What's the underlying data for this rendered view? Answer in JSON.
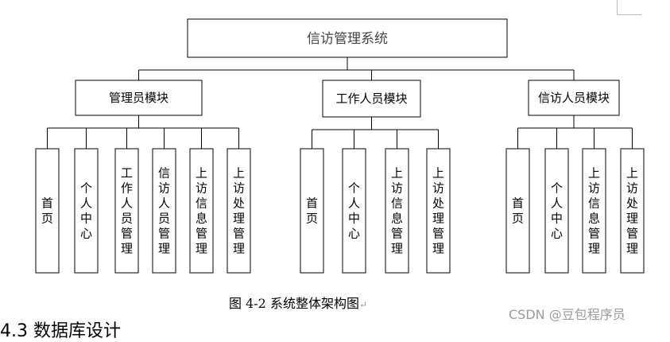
{
  "root": {
    "label": "信访管理系统"
  },
  "modules": [
    {
      "label": "管理员模块",
      "children": [
        "首页",
        "个人中心",
        "工作人员管理",
        "信访人员管理",
        "上访信息管理",
        "上访处理管理"
      ]
    },
    {
      "label": "工作人员模块",
      "children": [
        "首页",
        "个人中心",
        "上访信息管理",
        "上访处理管理"
      ]
    },
    {
      "label": "信访人员模块",
      "children": [
        "首页",
        "个人中心",
        "上访信息管理",
        "上访处理管理"
      ]
    }
  ],
  "caption": {
    "text": "图 4-2  系统整体架构图",
    "mark": "↵"
  },
  "watermark": "CSDN @豆包程序员",
  "next_heading": "4.3 数据库设计"
}
